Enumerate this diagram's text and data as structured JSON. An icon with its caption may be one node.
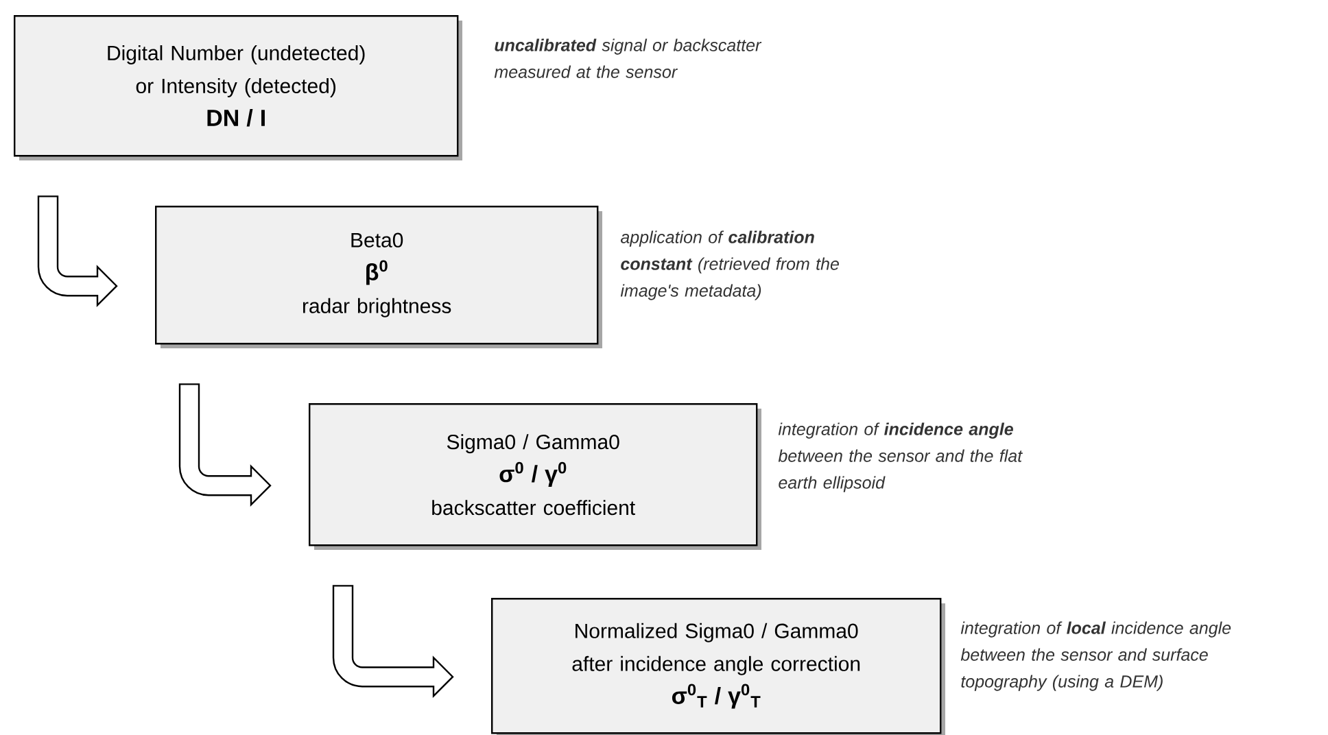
{
  "diagram": {
    "nodes": [
      {
        "text": [
          "Digital Number (undetected) or Intensity (detected)",
          "DN / I"
        ],
        "beside": [
          "**uncalibrated** signal or backscatter measured at the sensor"
        ]
      },
      {
        "text": [
          "Beta0",
          "β$^{0}$",
          "radar brightness"
        ],
        "beside": [
          "application of **calibration constant** (retrieved from the image's metadata)"
        ]
      },
      {
        "text": [
          "Sigma0 / Gamma0",
          "σ$^{0}$ / γ$^{0}$",
          "backscatter coefficient"
        ],
        "beside": [
          "integration of **incidence angle** between the sensor and the flat earth ellipsoid"
        ]
      },
      {
        "text": [
          "Normalized Sigma0 / Gamma0 after incidence angle correction",
          "σ$^{0}$$_{T}$ / γ$^{0}$$_{T}$"
        ],
        "beside": [
          "integration of **local** incidence angle between the sensor and surface topography (using a DEM)"
        ]
      }
    ],
    "edges": [
      {
        "from": 0,
        "to": 1,
        "arrow": "to"
      },
      {
        "from": 1,
        "to": 2,
        "arrow": "to"
      },
      {
        "from": 2,
        "to": 3,
        "arrow": "to"
      }
    ]
  }
}
